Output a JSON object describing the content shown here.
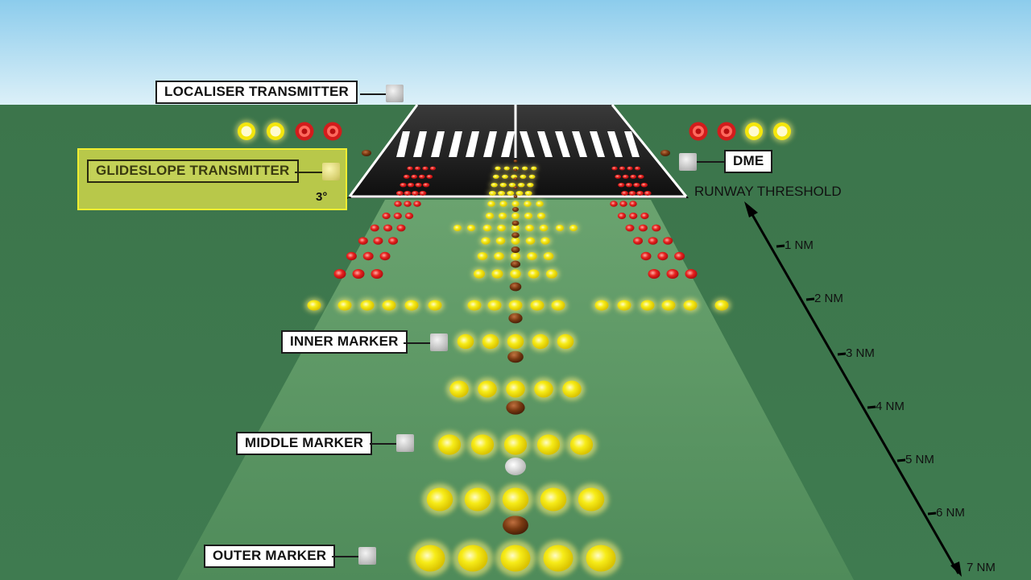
{
  "labels": {
    "localiser": "LOCALISER TRANSMITTER",
    "glideslope": "GLIDESLOPE TRANSMITTER",
    "glideslope_angle": "3°",
    "dme": "DME",
    "runway_threshold": "RUNWAY THRESHOLD",
    "inner_marker": "INNER MARKER",
    "middle_marker": "MIDDLE MARKER",
    "outer_marker": "OUTER MARKER"
  },
  "distance_scale": [
    "1 NM",
    "2 NM",
    "3 NM",
    "4 NM",
    "5 NM",
    "6 NM",
    "7 NM"
  ],
  "papi_left": [
    "white",
    "white",
    "red",
    "red"
  ],
  "papi_right": [
    "red",
    "red",
    "white",
    "white"
  ],
  "colors": {
    "sky_top": "#8fd0ee",
    "sky_bottom": "#d8eef8",
    "grass": "#3f7a4f",
    "approach_area": "#5a9563",
    "runway": "#1f1f1f",
    "light_yellow": "#f4e60c",
    "light_red": "#e0141c",
    "light_brown": "#7a3a10",
    "highlight_panel": "#b8c84a"
  }
}
